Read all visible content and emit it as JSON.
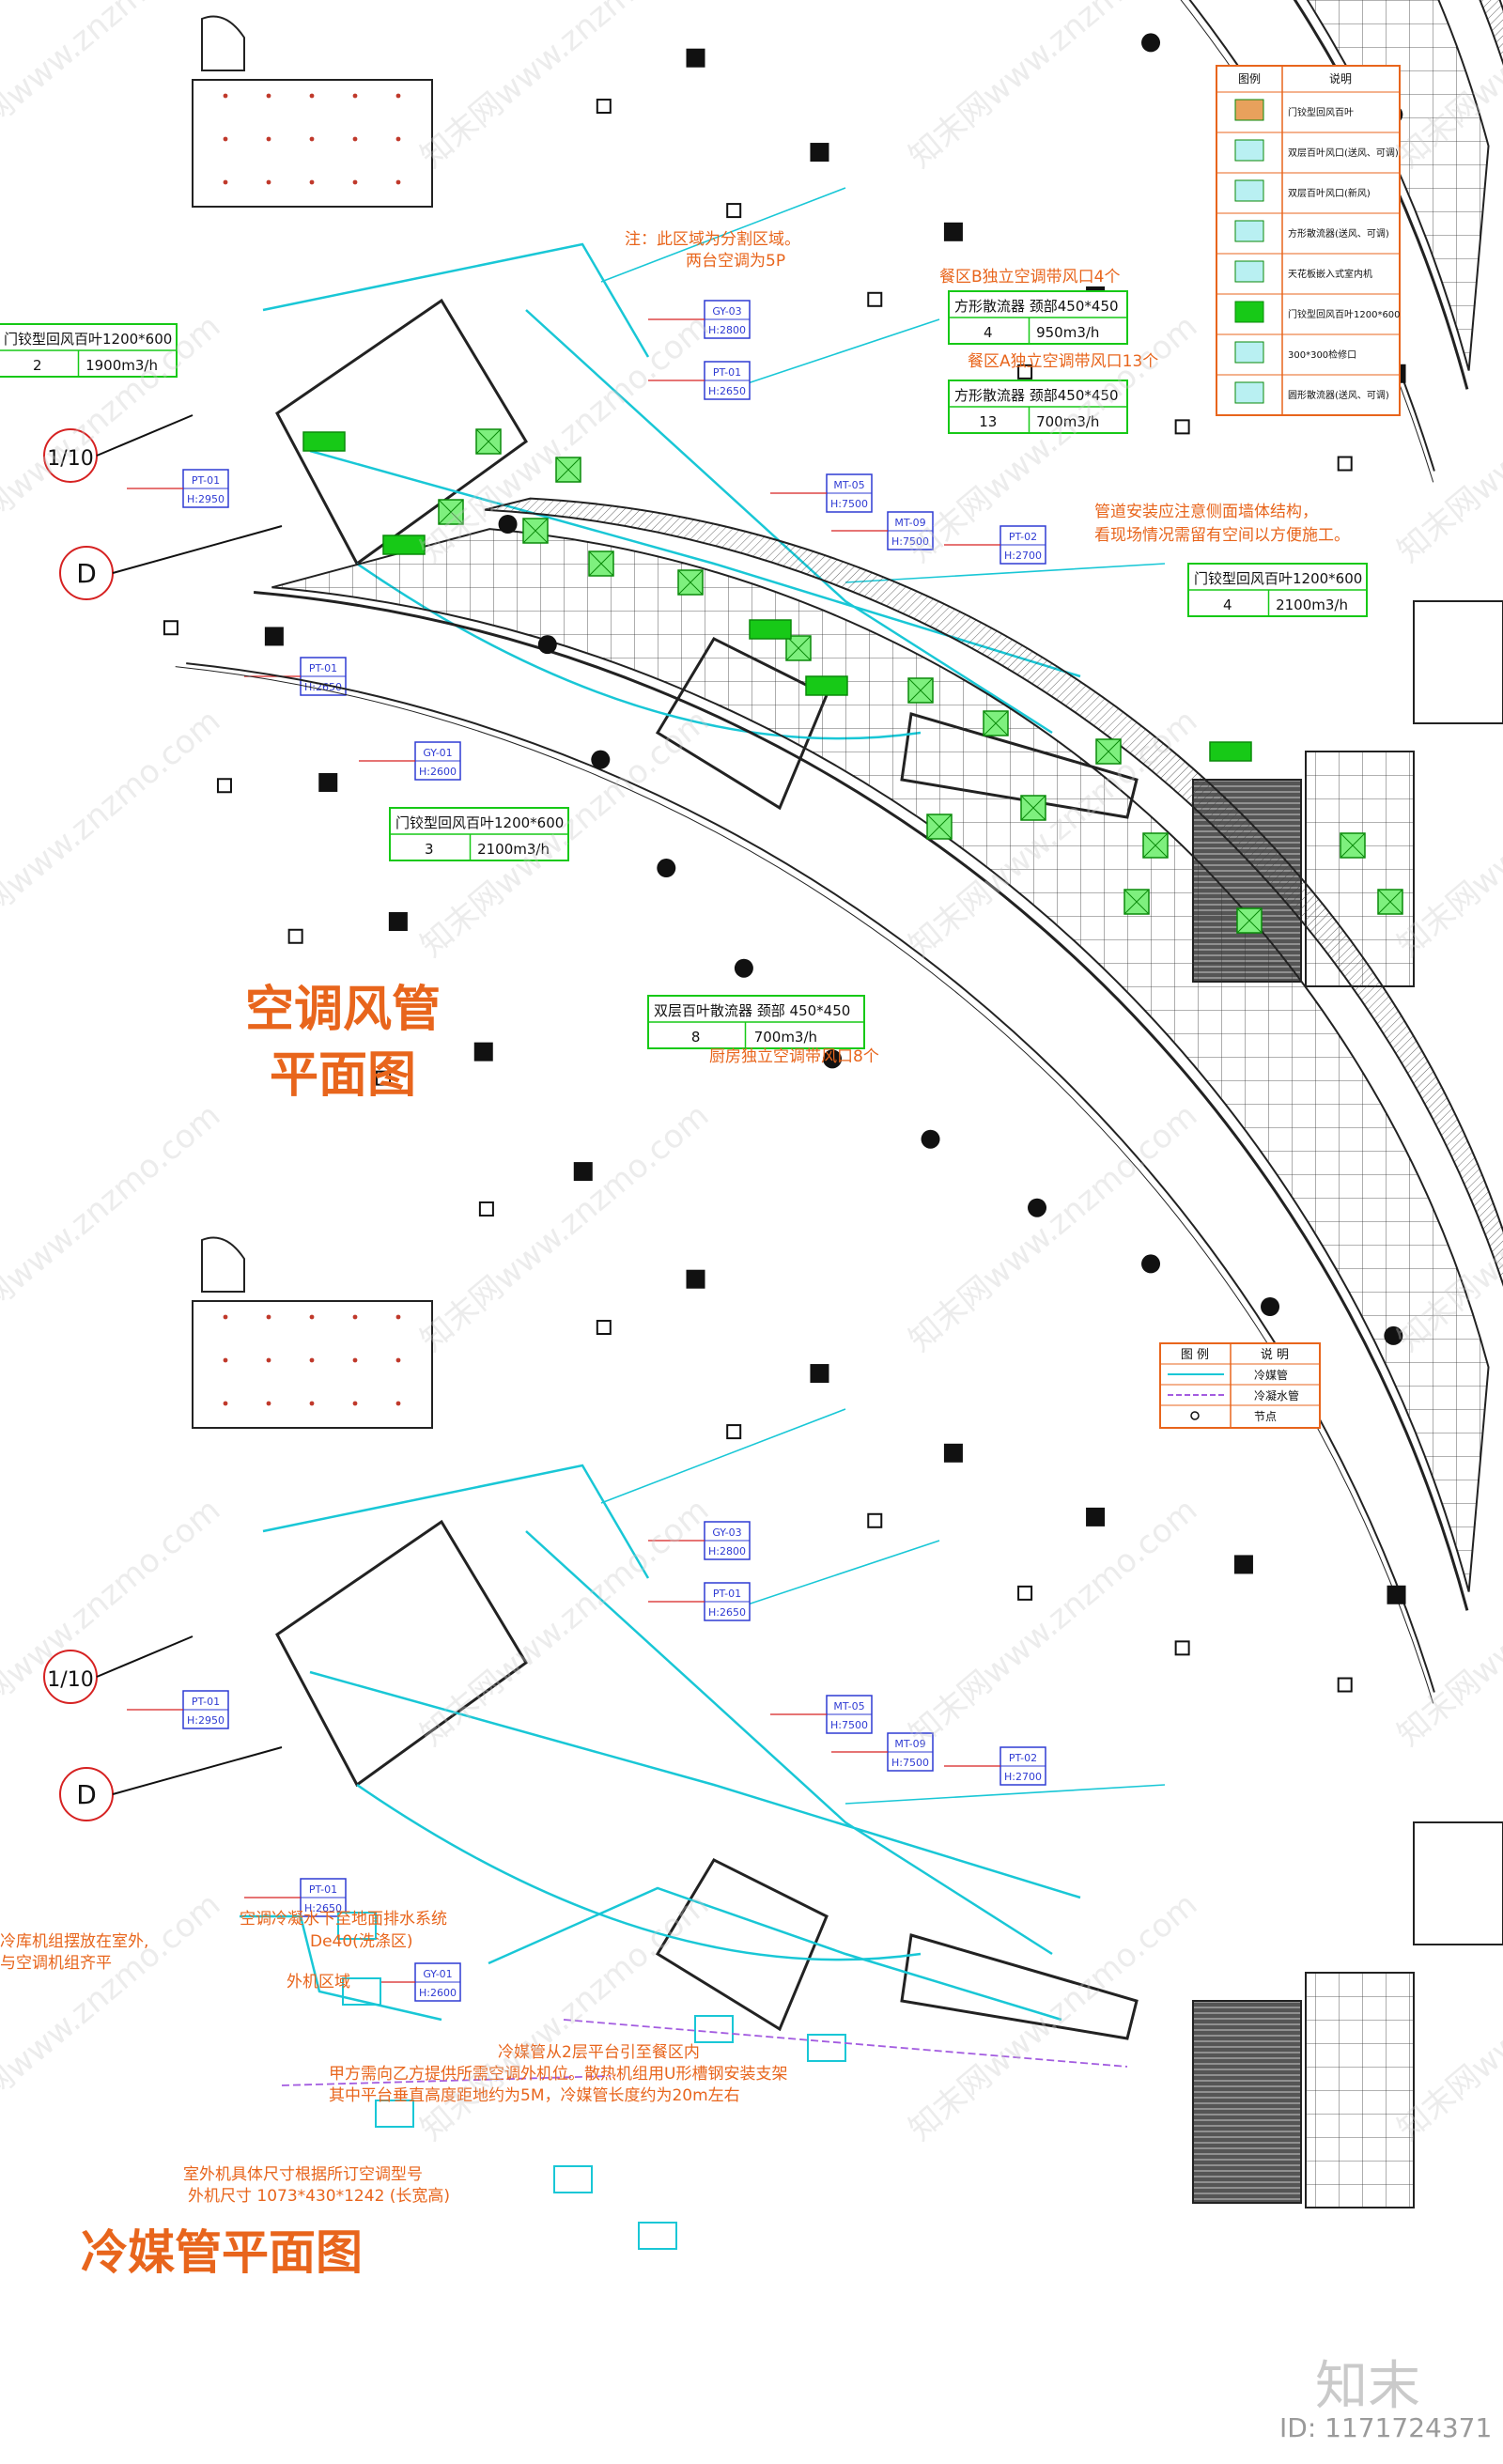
{
  "watermark": {
    "brand": "知末",
    "id_label": "ID: 1171724371",
    "tiles": [
      "知末网www.znzmo.com"
    ]
  },
  "plan1": {
    "title_line1": "空调风管",
    "title_line2": "平面图",
    "grid_mark_1": "1/10",
    "grid_mark_2": "D",
    "note_zone": "注：此区域为分割区域。",
    "note_zone2": "两台空调为5P",
    "note_pipe": "管道安装应注意侧面墙体结构，",
    "note_pipe2": "看现场情况需留有空间以方便施工。",
    "zone_b": "餐区B独立空调带风口4个",
    "zone_a": "餐区A独立空调带风口13个",
    "kitchen": "厨房独立空调带风口8个",
    "boxes": [
      {
        "name": "门铰型回风百叶1200*600",
        "qty": "2",
        "flow": "1900m3/h"
      },
      {
        "name": "方形散流器 颈部450*450",
        "qty": "4",
        "flow": "950m3/h"
      },
      {
        "name": "方形散流器 颈部450*450",
        "qty": "13",
        "flow": "700m3/h"
      },
      {
        "name": "门铰型回风百叶1200*600",
        "qty": "4",
        "flow": "2100m3/h"
      },
      {
        "name": "门铰型回风百叶1200*600",
        "qty": "3",
        "flow": "2100m3/h"
      },
      {
        "name": "双层百叶散流器 颈部",
        "size": "450*450",
        "qty": "8",
        "flow": "700m3/h"
      }
    ],
    "tags": [
      {
        "code": "GY-03",
        "h": "H:2800"
      },
      {
        "code": "PT-01",
        "h": "H:2650"
      },
      {
        "code": "PT-01",
        "h": "H:2950"
      },
      {
        "code": "MT-05",
        "h": "H:7500"
      },
      {
        "code": "MT-09",
        "h": "H:7500"
      },
      {
        "code": "PT-02",
        "h": "H:2700"
      },
      {
        "code": "PT-01",
        "h": "H:2650"
      },
      {
        "code": "GY-01",
        "h": "H:2600"
      }
    ],
    "legend": {
      "head_icon": "图例",
      "head_desc": "说明",
      "rows": [
        "门铰型回风百叶",
        "双层百叶风口(送风、可调)",
        "双层百叶风口(新风)",
        "方形散流器(送风、可调)",
        "天花板嵌入式室内机",
        "门铰型回风百叶1200*600",
        "300*300检修口",
        "圆形散流器(送风、可调)"
      ]
    }
  },
  "plan2": {
    "title": "冷媒管平面图",
    "grid_mark_1": "1/10",
    "grid_mark_2": "D",
    "note_outdoor": "冷库机组摆放在室外,",
    "note_outdoor2": "与空调机组齐平",
    "note_drain": "空调冷凝水下至地面排水系统",
    "note_drain2": "De40(洗涤区)",
    "outdoor_area": "外机区域",
    "note_refr1": "冷媒管从2层平台引至餐区内",
    "note_refr2": "甲方需向乙方提供所需空调外机位。散热机组用U形槽钢安装支架",
    "note_refr3": "其中平台垂直高度距地约为5M，冷媒管长度约为20m左右",
    "note_unit1": "室外机具体尺寸根据所订空调型号",
    "note_unit2": "外机尺寸 1073*430*1242 (长宽高)",
    "tags": [
      {
        "code": "GY-03",
        "h": "H:2800"
      },
      {
        "code": "PT-01",
        "h": "H:2650"
      },
      {
        "code": "PT-01",
        "h": "H:2950"
      },
      {
        "code": "MT-05",
        "h": "H:7500"
      },
      {
        "code": "MT-09",
        "h": "H:7500"
      },
      {
        "code": "PT-02",
        "h": "H:2700"
      },
      {
        "code": "PT-01",
        "h": "H:2650"
      },
      {
        "code": "GY-01",
        "h": "H:2600"
      }
    ],
    "legend": {
      "head_icon": "图 例",
      "head_desc": "说 明",
      "rows": [
        "冷媒管",
        "冷凝水管",
        "节点"
      ]
    }
  },
  "colors": {
    "accent": "#e8651c",
    "duct": "#19c7d6",
    "wall": "#222222",
    "green": "#17c917",
    "tag": "#2f3bd3",
    "red": "#d62222"
  }
}
